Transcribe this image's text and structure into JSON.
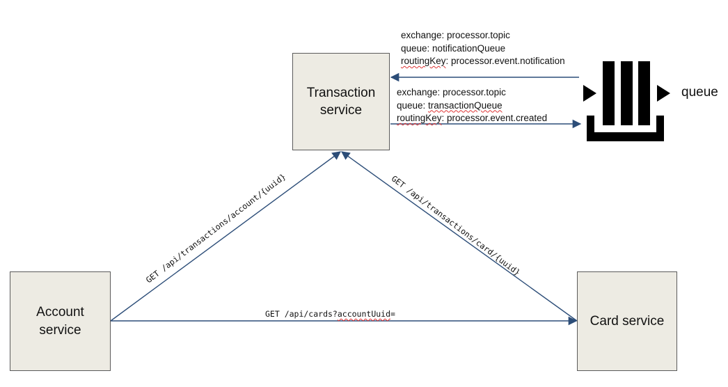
{
  "nodes": {
    "transaction_service": "Transaction\nservice",
    "account_service": "Account\nservice",
    "card_service": "Card service",
    "queue": "queue"
  },
  "messages": {
    "notification": {
      "exchange": "exchange: processor.topic",
      "queue_prefix": "queue: ",
      "queue_name": "notificationQueue",
      "routing_prefix": "routingKey",
      "routing_suffix": ": processor.event.notification"
    },
    "created": {
      "exchange": "exchange: processor.topic",
      "queue_prefix": "queue: ",
      "queue_name": "transactionQueue",
      "routing_prefix": "routingKey",
      "routing_suffix": ": processor.event.created"
    }
  },
  "endpoints": {
    "account_transactions": "GET /api/transactions/account/{uuid}",
    "card_transactions": "GET /api/transactions/card/{uuid}",
    "cards_by_account_prefix": "GET /api/cards?",
    "cards_by_account_param": "accountUuid",
    "cards_by_account_suffix": "="
  },
  "colors": {
    "arrow": "#2c4d78",
    "box_fill": "#edebe3",
    "queue_icon": "#000000"
  }
}
